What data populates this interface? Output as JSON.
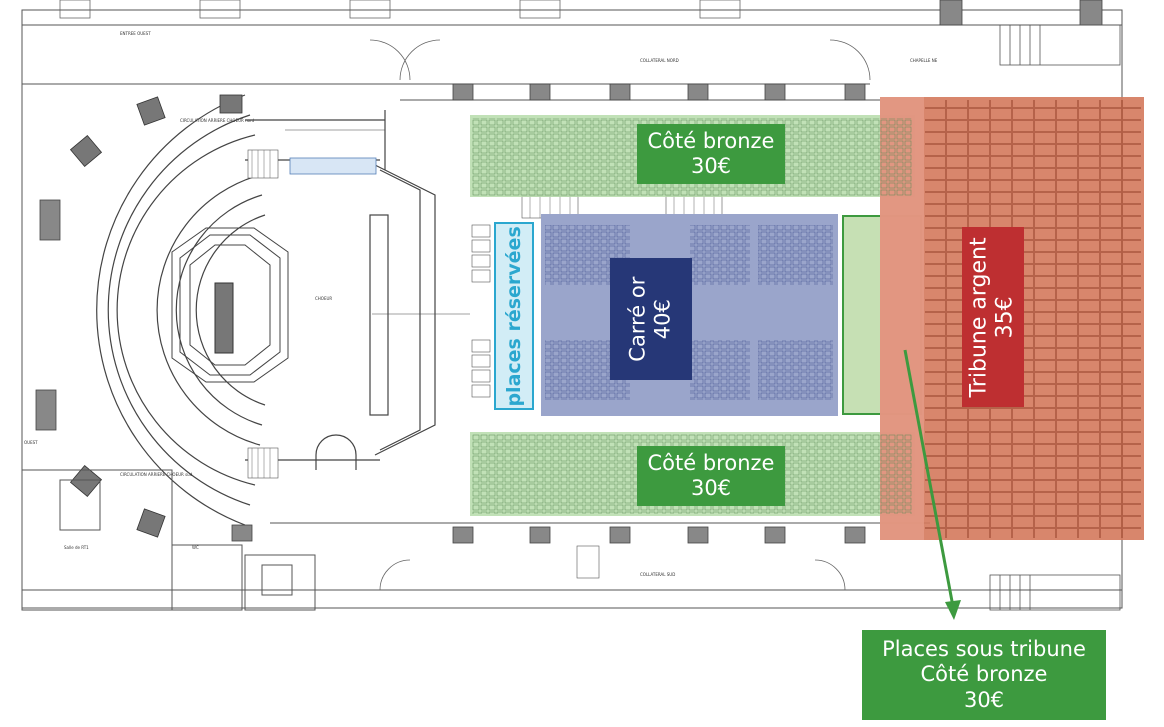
{
  "zones": {
    "bronze_top": {
      "line1": "Côté bronze",
      "line2": "30€"
    },
    "bronze_bottom": {
      "line1": "Côté bronze",
      "line2": "30€"
    },
    "carre_or": {
      "line1": "Carré or",
      "line2": "40€"
    },
    "tribune_argent": {
      "line1": "Tribune argent",
      "line2": "35€"
    },
    "places_reservees": {
      "label": "places réservées"
    },
    "sous_tribune": {
      "line1": "Places sous tribune",
      "line2": "Côté bronze",
      "line3": "30€"
    }
  },
  "plan_labels": {
    "entree_ouest": "ENTREE OUEST",
    "collateral_nord": "COLLATERAL NORD",
    "chapelle_ne": "CHAPELLE NE",
    "collateral_sud": "COLLATERAL SUD",
    "choeur": "CHOEUR",
    "circulation_haut": "CIRCULATION ARRIERE CHOEUR nord",
    "circulation_bas": "CIRCULATION ARRIERE CHOEUR sud",
    "salle": "Salle de RT1",
    "wc": "WC",
    "ouest": "OUEST"
  },
  "colors": {
    "bronze": "#3d9a3f",
    "or": "#263777",
    "argent": "#be2f31",
    "reserve": "#2ba7cf"
  }
}
